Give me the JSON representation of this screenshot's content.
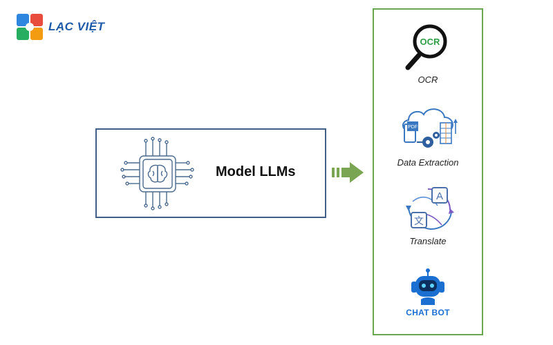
{
  "brand": {
    "name": "LẠC VIỆT"
  },
  "model": {
    "label": "Model LLMs"
  },
  "tools": {
    "ocr": {
      "icon_text": "OCR",
      "label": "OCR"
    },
    "extraction": {
      "icon_text": "PDF",
      "label": "Data Extraction"
    },
    "translate": {
      "glyph_a": "A",
      "glyph_zh": "文",
      "label": "Translate"
    },
    "chatbot": {
      "label": "CHAT BOT"
    }
  },
  "colors": {
    "brand_blue": "#1e5aa8",
    "panel_border": "#6aa84f",
    "box_border": "#3f5f86",
    "arrow": "#7aa653"
  }
}
